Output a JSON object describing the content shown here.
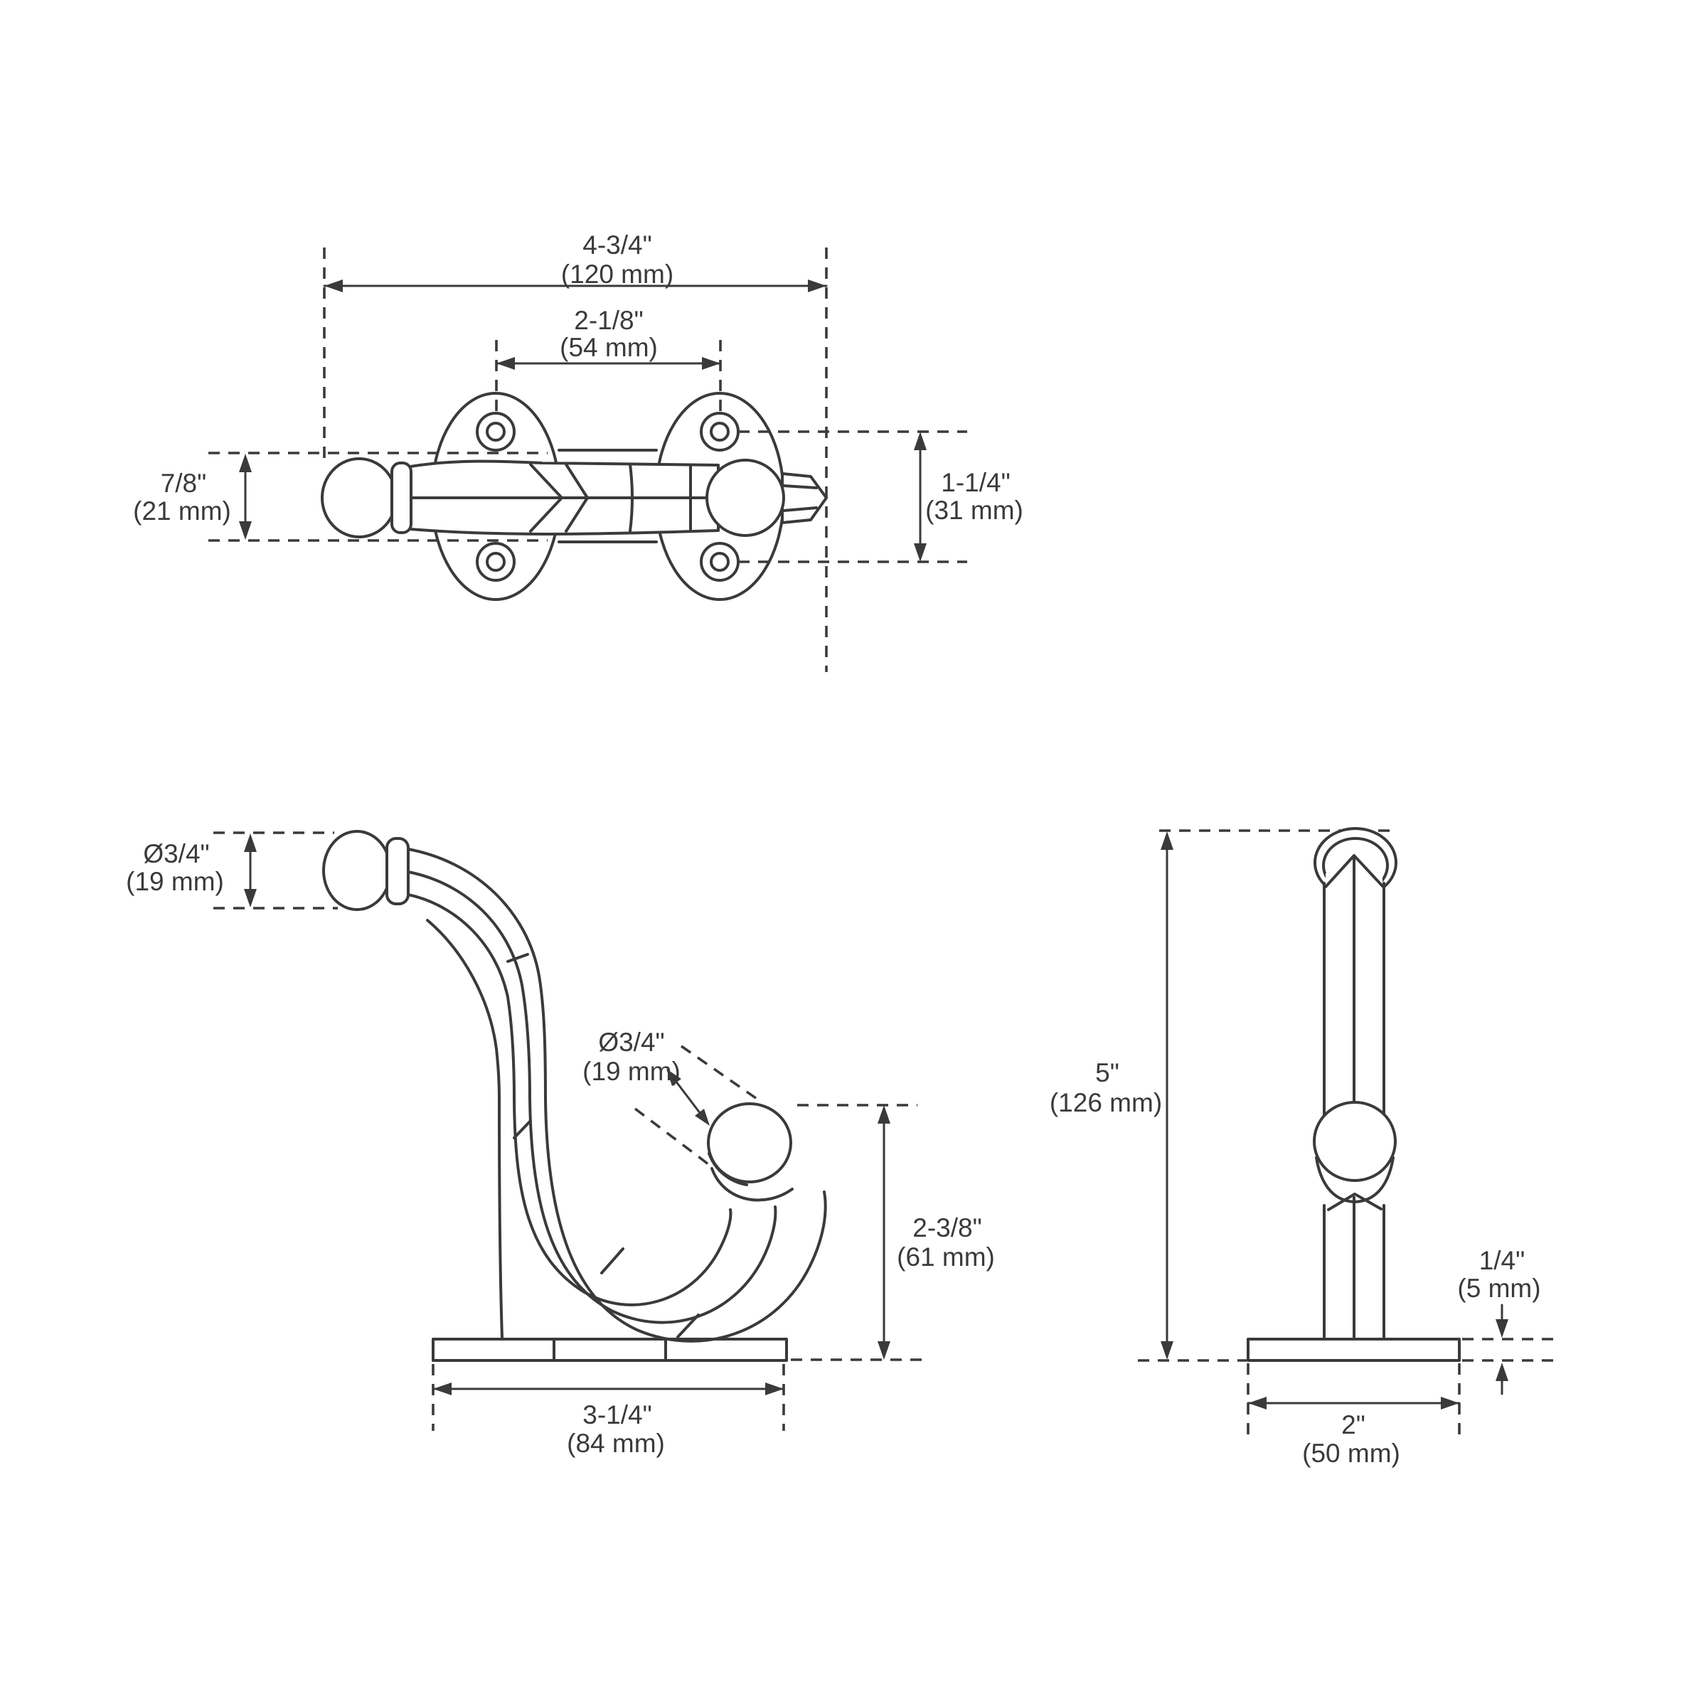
{
  "page": {
    "background": "#ffffff",
    "line_color": "#3a3a3a",
    "content": "technical dimension drawing of a coat hook, three orthographic views"
  },
  "views": {
    "top": {
      "name": "top-view",
      "dims": {
        "overall_width": {
          "in": "4-3/4\"",
          "mm": "(120 mm)"
        },
        "screw_spacing": {
          "in": "2-1/8\"",
          "mm": "(54 mm)"
        },
        "knob_height": {
          "in": "7/8\"",
          "mm": "(21 mm)"
        },
        "plate_hole_spacing": {
          "in": "1-1/4\"",
          "mm": "(31 mm)"
        }
      }
    },
    "side": {
      "name": "side-view",
      "dims": {
        "finial_diameter": {
          "in": "Ø3/4\"",
          "mm": "(19 mm)"
        },
        "hook_ball_diameter": {
          "in": "Ø3/4\"",
          "mm": "(19 mm)"
        },
        "hook_height": {
          "in": "2-3/8\"",
          "mm": "(61 mm)"
        },
        "base_length": {
          "in": "3-1/4\"",
          "mm": "(84 mm)"
        }
      }
    },
    "front": {
      "name": "front-view",
      "dims": {
        "overall_height": {
          "in": "5\"",
          "mm": "(126 mm)"
        },
        "base_thickness": {
          "in": "1/4\"",
          "mm": "(5 mm)"
        },
        "base_width": {
          "in": "2\"",
          "mm": "(50 mm)"
        }
      }
    }
  }
}
